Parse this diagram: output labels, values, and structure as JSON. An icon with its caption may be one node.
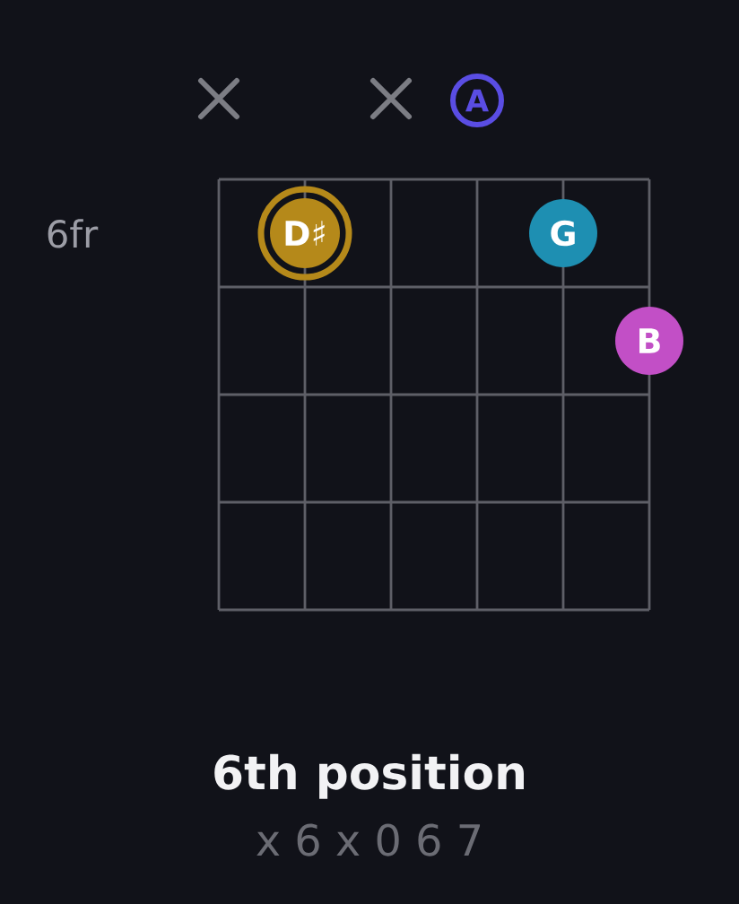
{
  "diagram": {
    "title": "6th position",
    "nodes": [
      {
        "text": [
          "A"
        ]
      },
      {
        "text": [
          "D♯"
        ]
      },
      {
        "text": [
          "G"
        ]
      },
      {
        "text": [
          "B"
        ]
      }
    ],
    "labels": [
      "6fr",
      "x 6 x 0 6 7"
    ]
  }
}
